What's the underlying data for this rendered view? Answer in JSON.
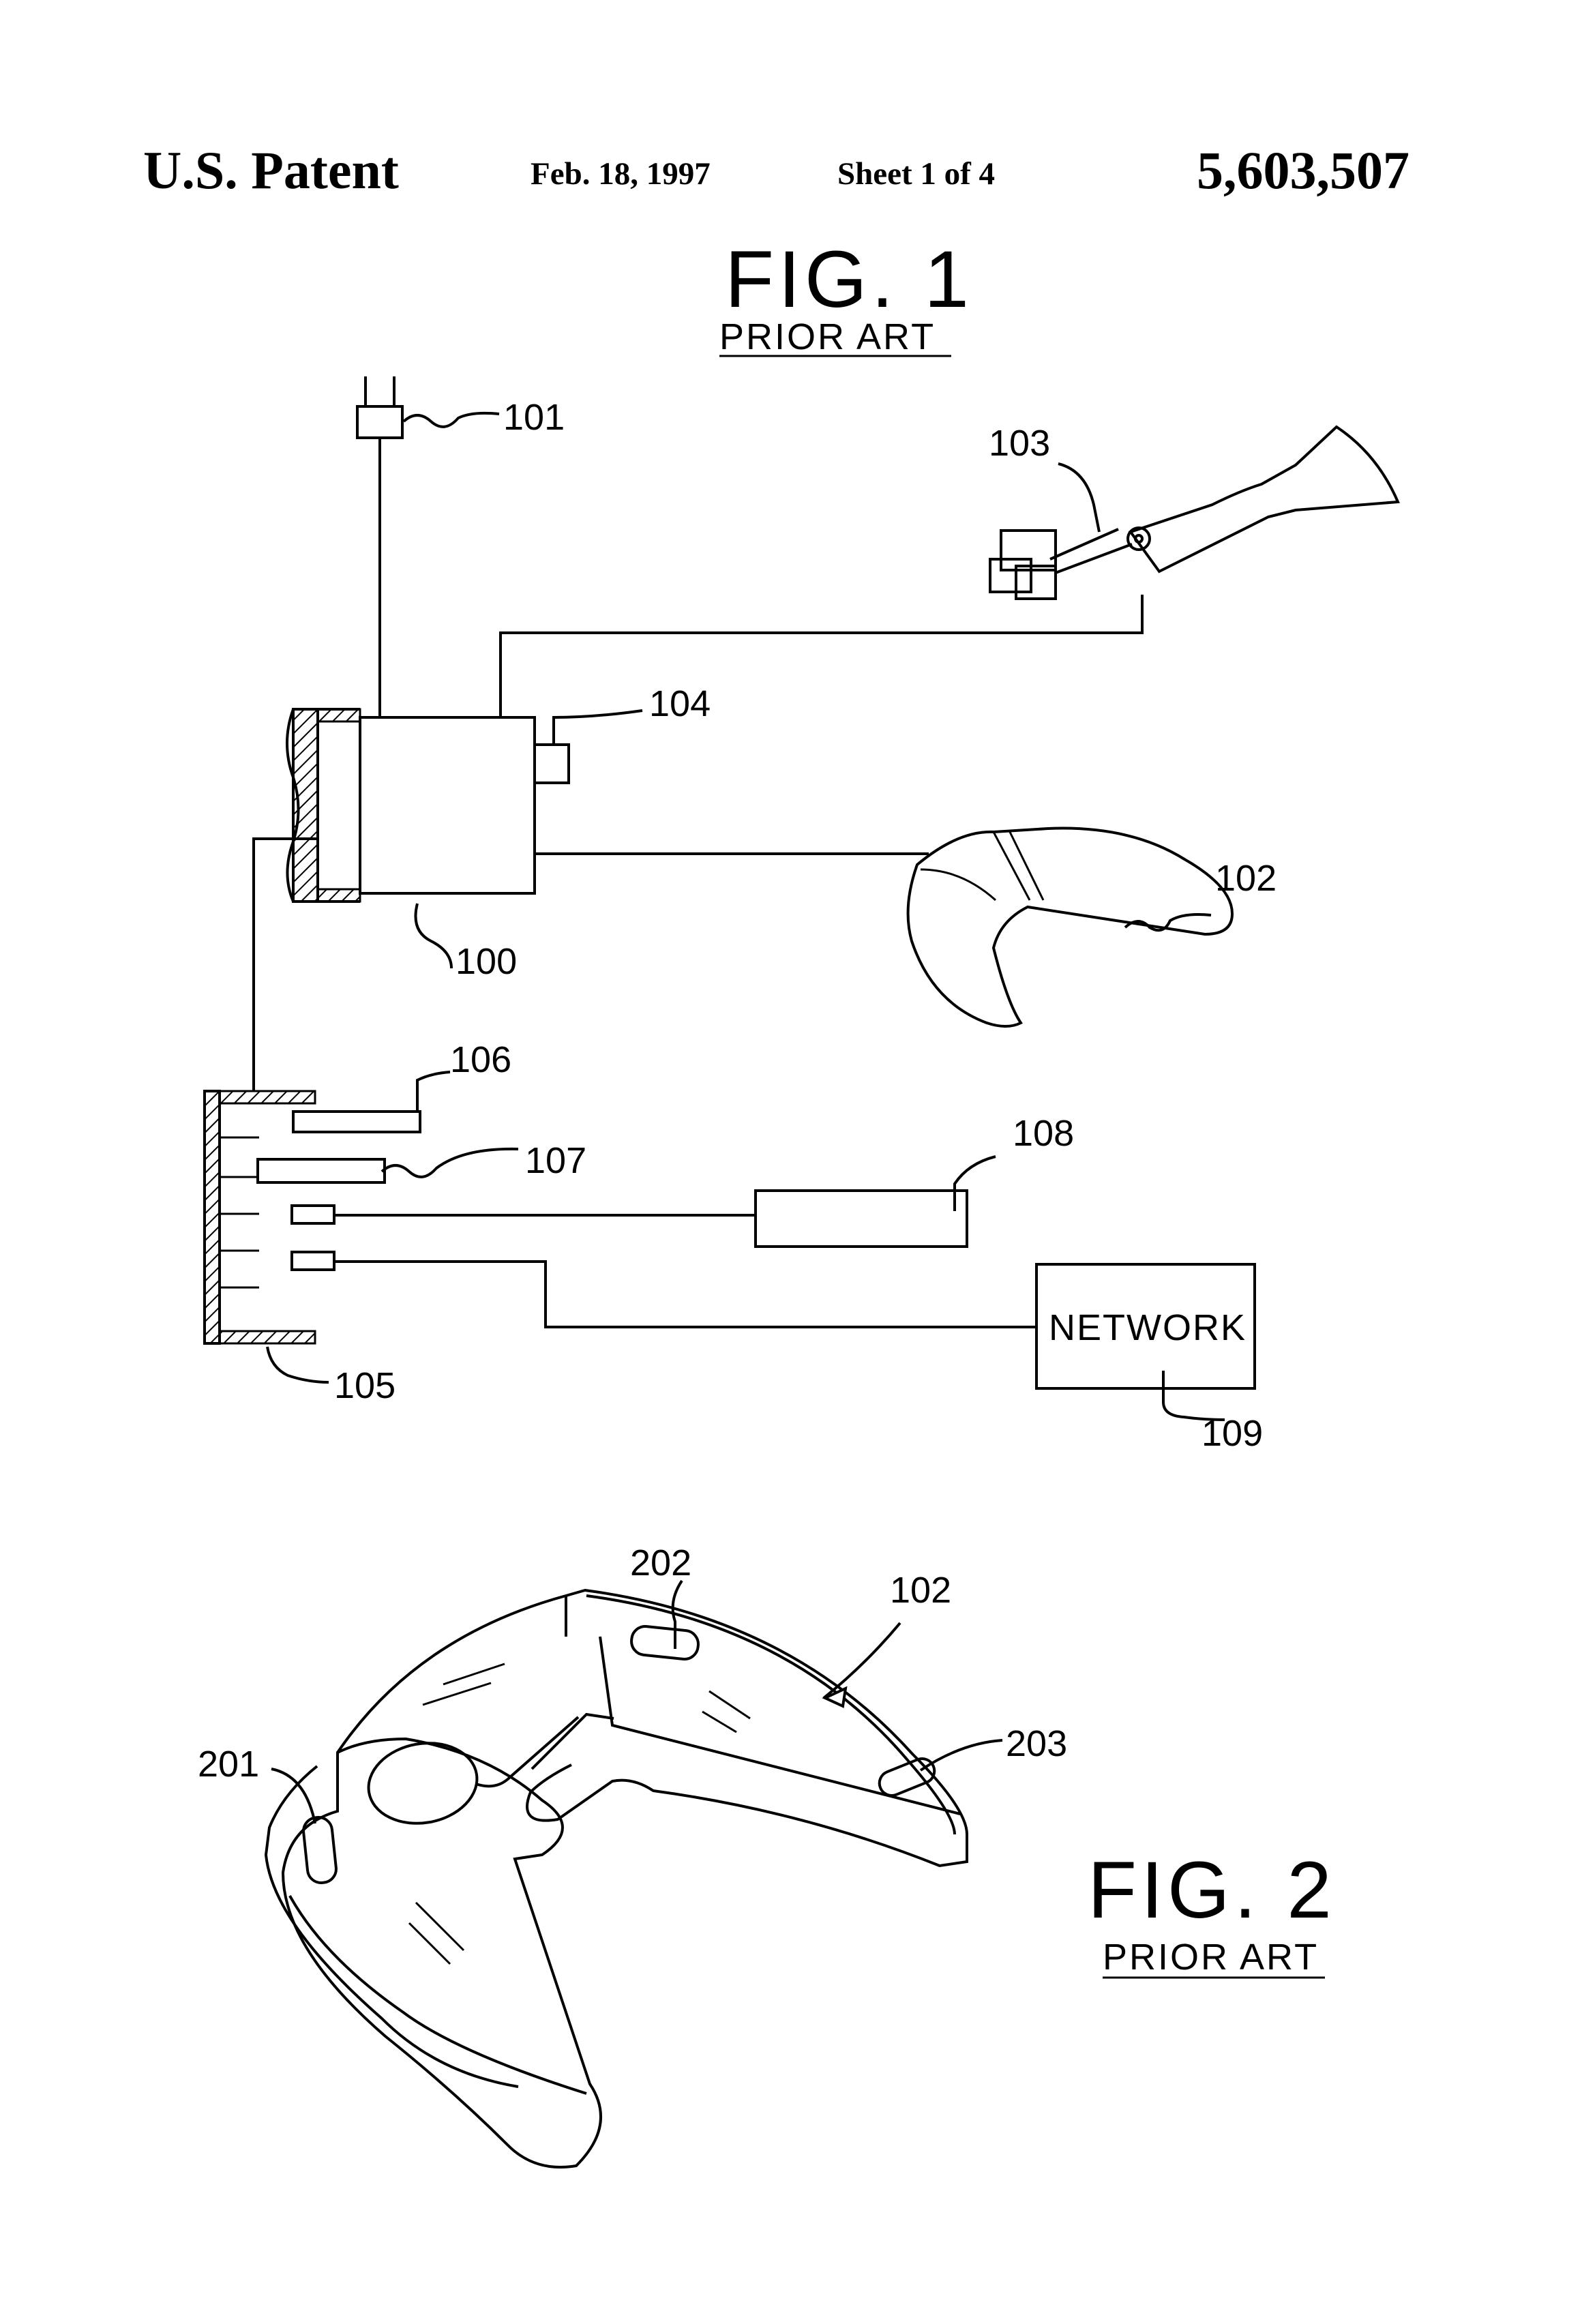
{
  "header": {
    "title": "U.S. Patent",
    "date": "Feb. 18, 1997",
    "sheet": "Sheet 1 of 4",
    "patent_number": "5,603,507"
  },
  "fig1": {
    "title": "FIG. 1",
    "subtitle": "PRIOR ART",
    "refs": {
      "r100": "100",
      "r101": "101",
      "r102": "102",
      "r103": "103",
      "r104": "104",
      "r105": "105",
      "r106": "106",
      "r107": "107",
      "r108": "108",
      "r109": "109"
    },
    "network_label": "NETWORK"
  },
  "fig2": {
    "title": "FIG. 2",
    "subtitle": "PRIOR ART",
    "refs": {
      "r102": "102",
      "r201": "201",
      "r202": "202",
      "r203": "203"
    }
  }
}
